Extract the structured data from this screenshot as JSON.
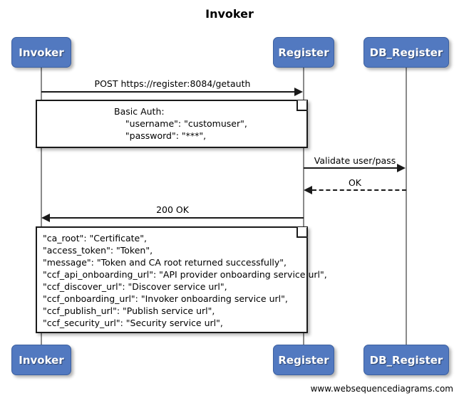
{
  "diagram": {
    "title": "Invoker",
    "footer": "www.websequencediagrams.com",
    "colors": {
      "participant_fill": "#5279c0",
      "participant_text": "#ffffff",
      "line": "#1a1a1a",
      "lifeline": "#8a8a8a",
      "background": "#ffffff"
    }
  },
  "participants": [
    {
      "id": "invoker",
      "label": "Invoker"
    },
    {
      "id": "register",
      "label": "Register"
    },
    {
      "id": "db_register",
      "label": "DB_Register"
    }
  ],
  "participants_bottom": [
    {
      "id": "invoker",
      "label": "Invoker"
    },
    {
      "id": "register",
      "label": "Register"
    },
    {
      "id": "db_register",
      "label": "DB_Register"
    }
  ],
  "messages": [
    {
      "id": "m1",
      "label": "POST https://register:8084/getauth",
      "from": "invoker",
      "to": "register",
      "style": "solid",
      "direction": "right"
    },
    {
      "id": "m2",
      "label": "Validate user/pass",
      "from": "register",
      "to": "db_register",
      "style": "solid",
      "direction": "right"
    },
    {
      "id": "m3",
      "label": "OK",
      "from": "db_register",
      "to": "register",
      "style": "dashed",
      "direction": "left"
    },
    {
      "id": "m4",
      "label": "200 OK",
      "from": "register",
      "to": "invoker",
      "style": "solid",
      "direction": "left"
    }
  ],
  "notes": [
    {
      "id": "note-basic-auth",
      "lines": [
        "Basic Auth:",
        "    \"username\": \"customuser\",",
        "    \"password\": \"***\","
      ]
    },
    {
      "id": "note-response",
      "lines": [
        "\"ca_root\": \"Certificate\",",
        "\"access_token\": \"Token\",",
        "\"message\": \"Token and CA root returned successfully\",",
        "\"ccf_api_onboarding_url\": \"API provider onboarding service url\",",
        "\"ccf_discover_url\": \"Discover service url\",",
        "\"ccf_onboarding_url\": \"Invoker onboarding service url\",",
        "\"ccf_publish_url\": \"Publish service url\",",
        "\"ccf_security_url\": \"Security service url\","
      ]
    }
  ]
}
